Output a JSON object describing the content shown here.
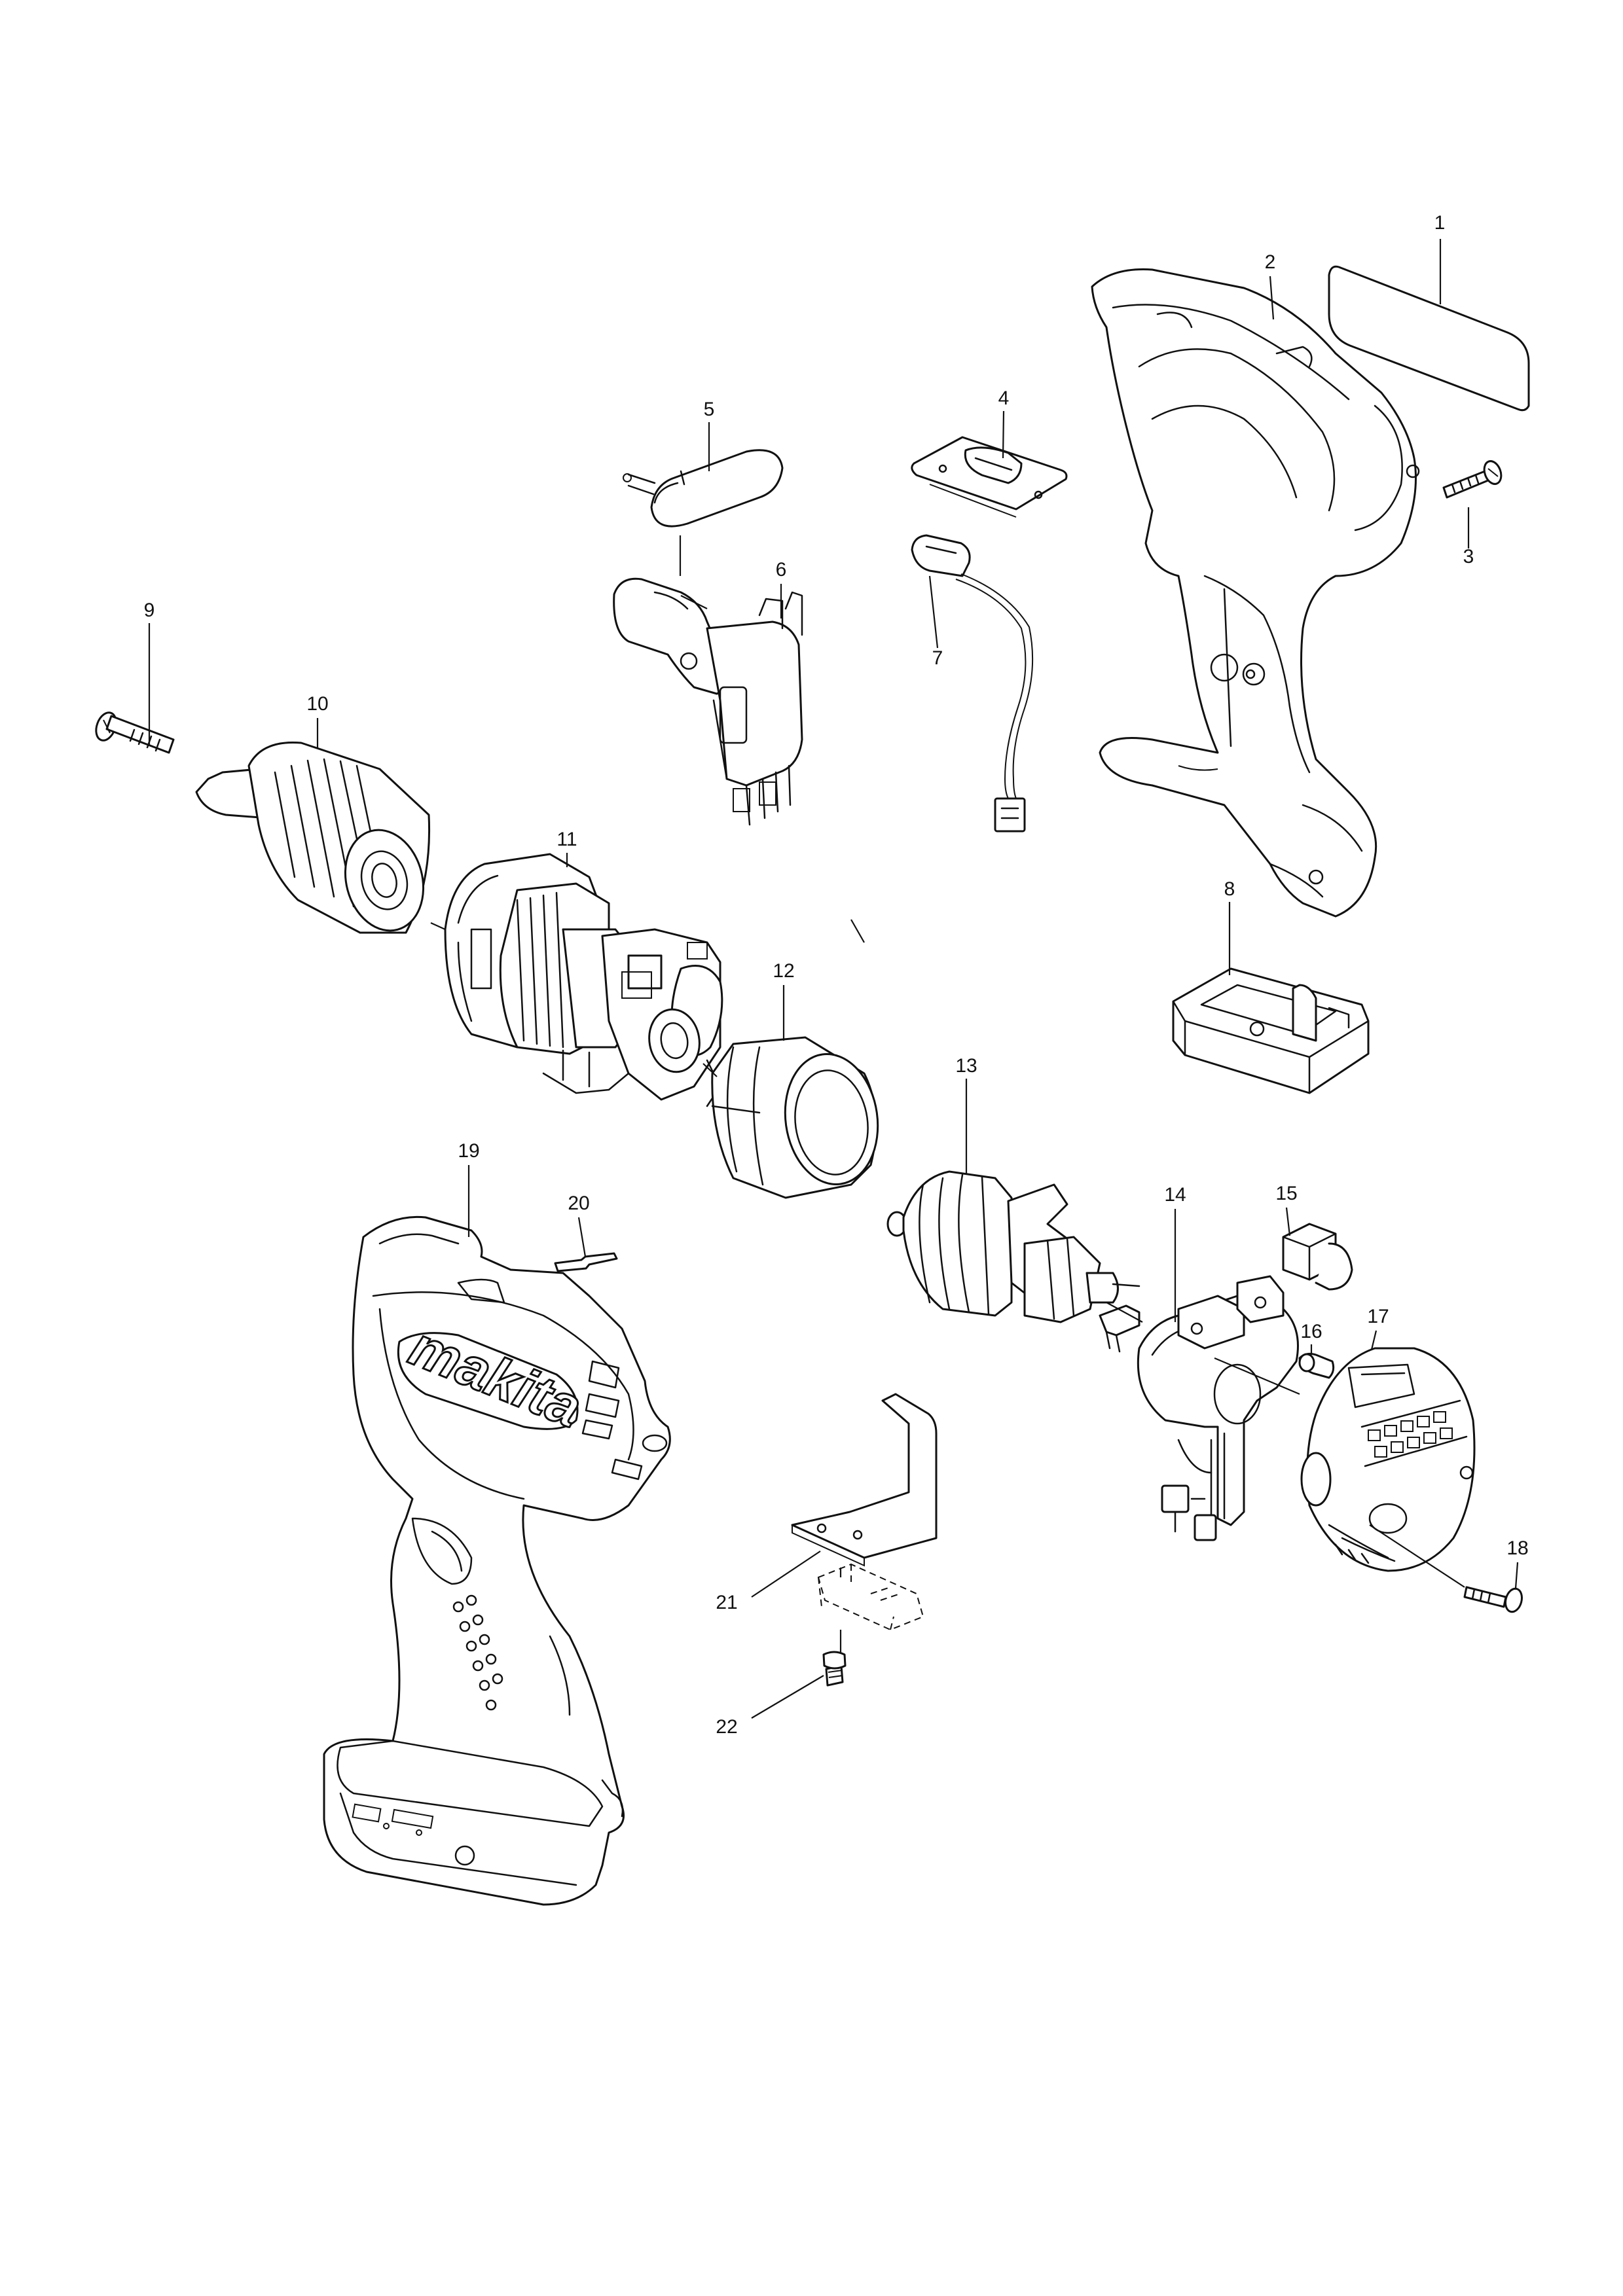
{
  "diagram": {
    "type": "exploded-parts-view",
    "callouts": [
      "1",
      "2",
      "3",
      "4",
      "5",
      "6",
      "7",
      "8",
      "9",
      "10",
      "11",
      "12",
      "13",
      "14",
      "15",
      "16",
      "17",
      "18",
      "19",
      "20",
      "21",
      "22"
    ],
    "parts": [
      {
        "id": "1",
        "icon": "label-strip-icon"
      },
      {
        "id": "2",
        "icon": "housing-half-icon"
      },
      {
        "id": "3",
        "icon": "screw-icon"
      },
      {
        "id": "4",
        "icon": "switch-cover-icon"
      },
      {
        "id": "5",
        "icon": "shift-lever-icon"
      },
      {
        "id": "6",
        "icon": "trigger-switch-icon"
      },
      {
        "id": "7",
        "icon": "led-wire-icon"
      },
      {
        "id": "8",
        "icon": "controller-icon"
      },
      {
        "id": "9",
        "icon": "screw-icon"
      },
      {
        "id": "10",
        "icon": "drill-chuck-icon"
      },
      {
        "id": "11",
        "icon": "gear-assembly-icon"
      },
      {
        "id": "12",
        "icon": "yoke-icon"
      },
      {
        "id": "13",
        "icon": "armature-icon"
      },
      {
        "id": "14",
        "icon": "brush-holder-icon"
      },
      {
        "id": "15",
        "icon": "carbon-brush-icon"
      },
      {
        "id": "16",
        "icon": "carbon-brush-icon"
      },
      {
        "id": "17",
        "icon": "rear-cover-icon"
      },
      {
        "id": "18",
        "icon": "screw-icon"
      },
      {
        "id": "19",
        "icon": "housing-set-icon"
      },
      {
        "id": "20",
        "icon": "name-plate-icon"
      },
      {
        "id": "21",
        "icon": "hook-icon"
      },
      {
        "id": "22",
        "icon": "screw-icon"
      }
    ],
    "logo_text": "makita"
  }
}
